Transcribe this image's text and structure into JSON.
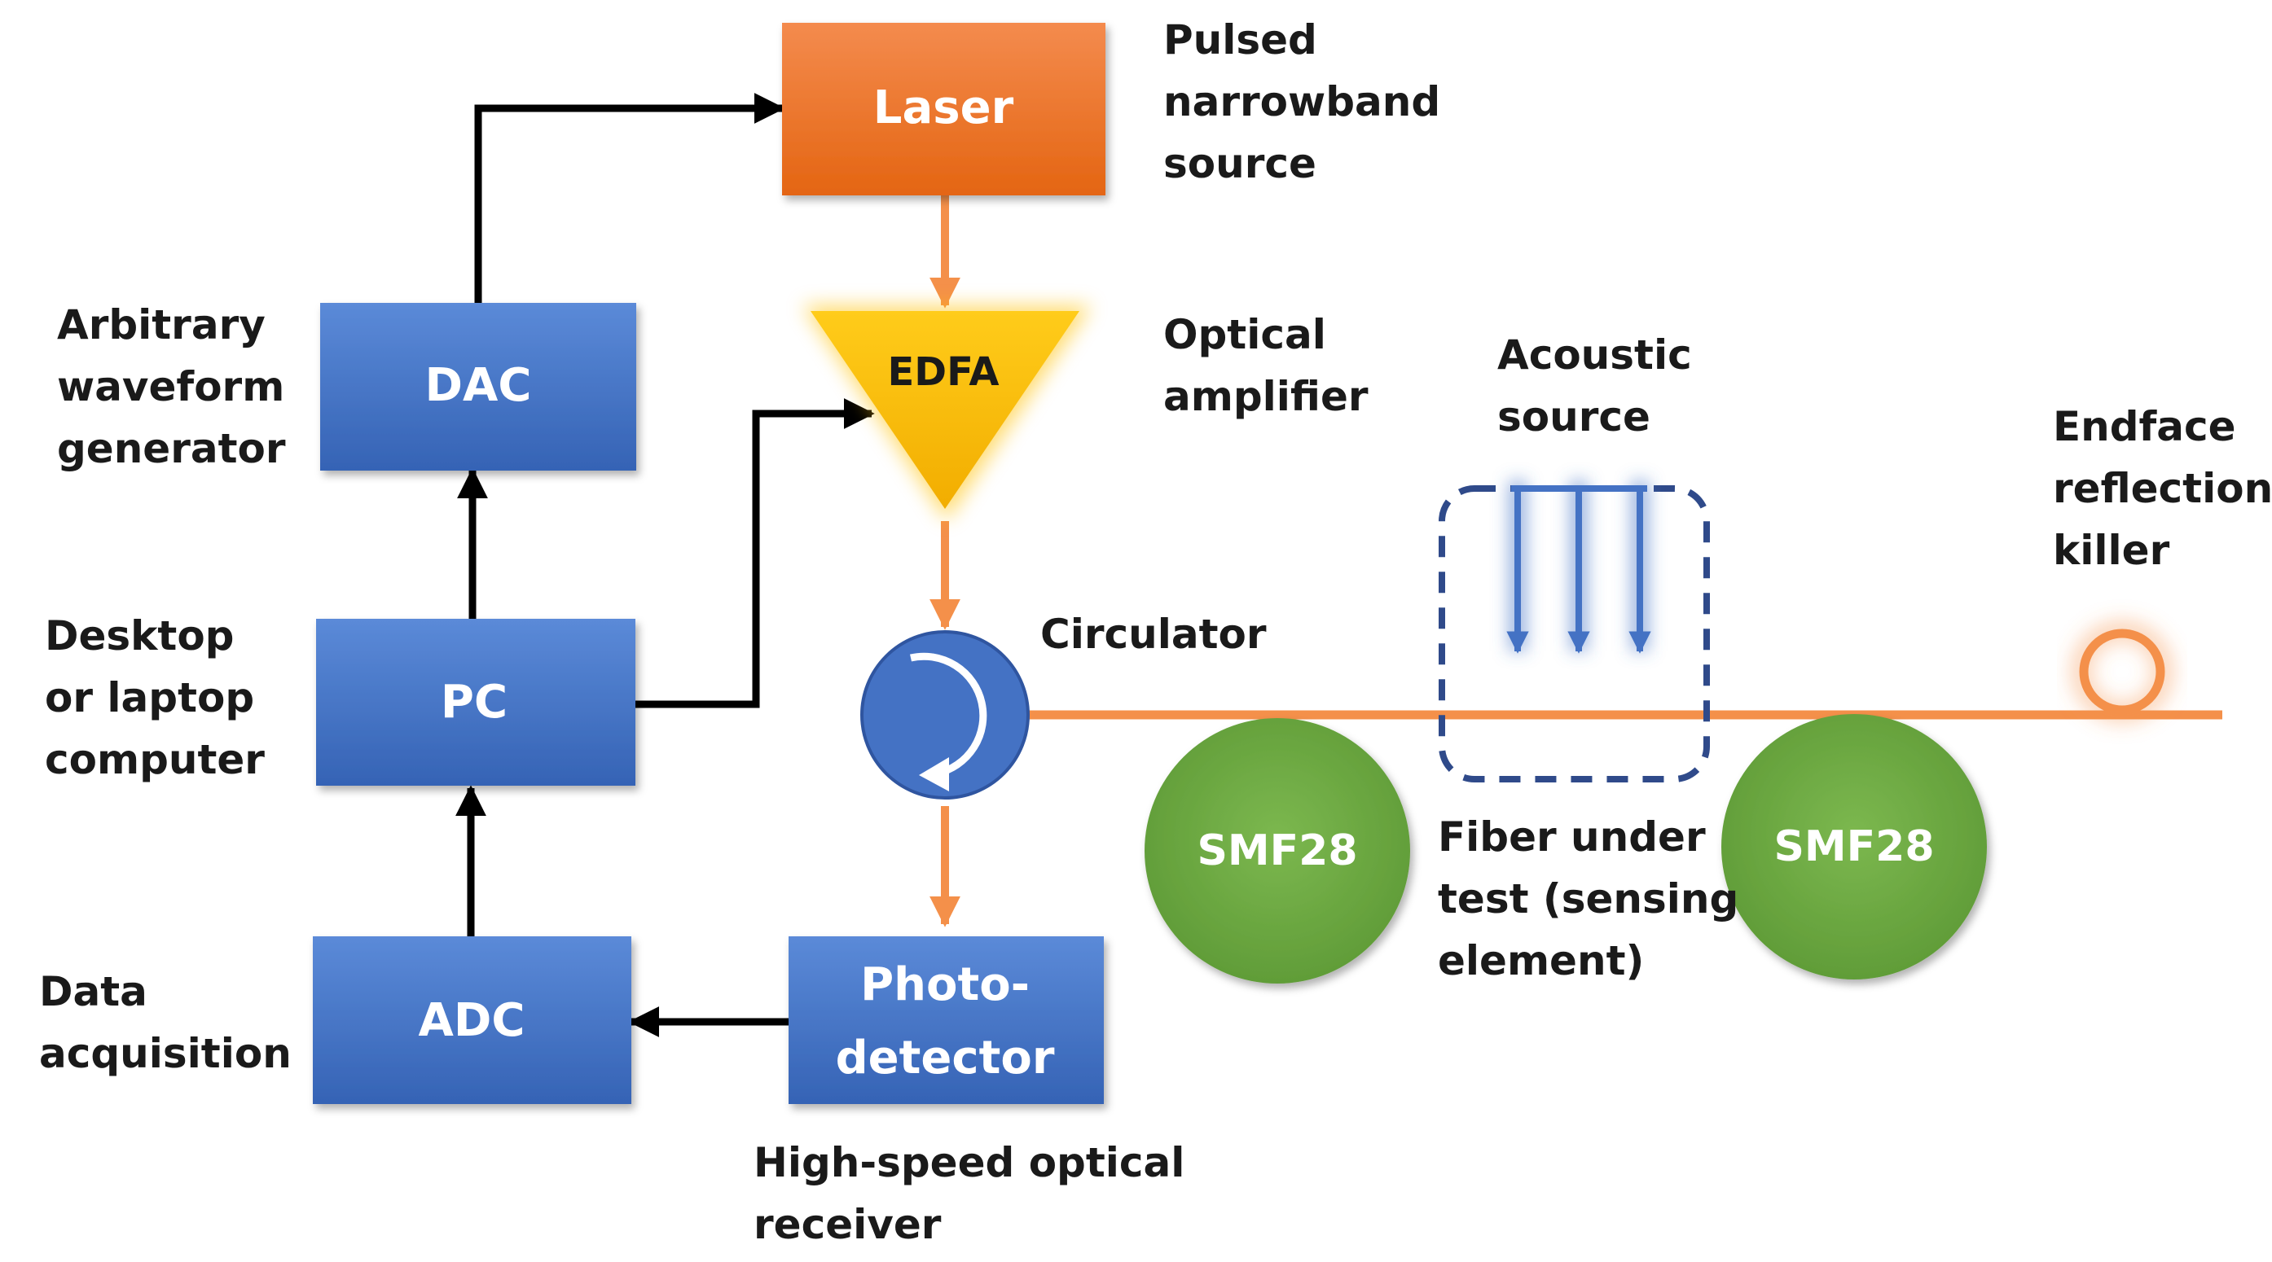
{
  "blocks": {
    "laser": "Laser",
    "edfa": "EDFA",
    "dac": "DAC",
    "pc": "PC",
    "adc": "ADC",
    "photodetector_line1": "Photo-",
    "photodetector_line2": "detector",
    "spool_left": "SMF28",
    "spool_right": "SMF28"
  },
  "labels": {
    "laser_desc": "Pulsed\nnarrowband\nsource",
    "edfa_desc": "Optical\namplifier",
    "dac_desc": "Arbitrary\nwaveform\ngenerator",
    "pc_desc": "Desktop\nor laptop\ncomputer",
    "adc_desc": "Data\nacquisition",
    "photodetector_desc": "High-speed optical\nreceiver",
    "circulator": "Circulator",
    "acoustic_source": "Acoustic\nsource",
    "fiber_under_test": "Fiber under\ntest (sensing\nelement)",
    "endface": "Endface\nreflection\nkiller"
  },
  "colors": {
    "block_blue": "#4472c4",
    "laser_orange": "#ed7d31",
    "edfa_yellow": "#ffc000",
    "spool_green": "#70ad47",
    "fiber_orange": "#f4904a",
    "acoustic_blue": "#4472c4",
    "wire_black": "#000000"
  }
}
